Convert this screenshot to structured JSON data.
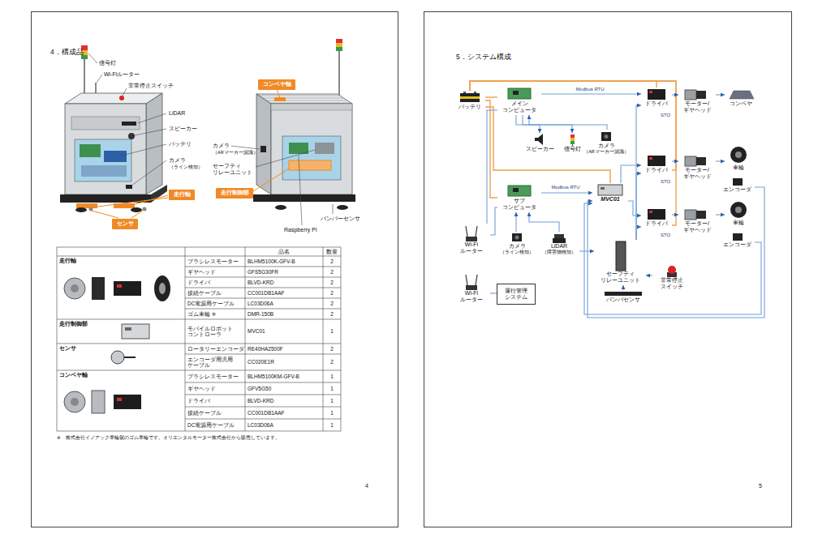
{
  "diagram": {
    "nodes": [
      {
        "text": [
          "走行軸"
        ]
      },
      {
        "text": [
          "センサ"
        ]
      },
      {
        "text": [
          "コンベヤ軸"
        ]
      },
      {
        "text": [
          "走行制御部"
        ]
      },
      {
        "text": [
          "バッテリ"
        ]
      },
      {
        "text": [
          "メイン コンピュータ"
        ]
      },
      {
        "text": [
          "ドライバ"
        ]
      },
      {
        "text": [
          "モーター/ ギヤヘッド"
        ]
      },
      {
        "text": [
          "コンベヤ"
        ]
      },
      {
        "text": [
          "スピーカー"
        ]
      },
      {
        "text": [
          "信号灯"
        ]
      },
      {
        "text": [
          "カメラ",
          "（ARマーカー認識）"
        ]
      },
      {
        "text": [
          "ドライバ"
        ]
      },
      {
        "text": [
          "モーター/ ギヤヘッド"
        ]
      },
      {
        "text": [
          "車輪"
        ]
      },
      {
        "text": [
          "エンコーダ"
        ]
      },
      {
        "text": [
          "サブ コンピュータ"
        ]
      },
      {
        "text": [
          "MVC01"
        ]
      },
      {
        "text": [
          "ドライバ"
        ]
      },
      {
        "text": [
          "モーター/ ギヤヘッド"
        ]
      },
      {
        "text": [
          "車輪"
        ]
      },
      {
        "text": [
          "エンコーダ"
        ]
      },
      {
        "text": [
          "Wi-Fi ルーター"
        ]
      },
      {
        "text": [
          "カメラ",
          "（ライン検知）"
        ]
      },
      {
        "text": [
          "LiDAR",
          "（障害物検知）"
        ]
      },
      {
        "text": [
          "セーフティ リレーユニット"
        ]
      },
      {
        "text": [
          "非常停止 スイッチ"
        ]
      },
      {
        "text": [
          "バンパセンサ"
        ]
      },
      {
        "text": [
          "Wi-Fi ルーター"
        ]
      },
      {
        "text": [
          "運行管理 システム"
        ]
      }
    ],
    "edges": [
      {
        "from": 4,
        "to": 5,
        "arrow": "none"
      },
      {
        "from": 4,
        "to": 6,
        "arrow": "none"
      },
      {
        "from": 4,
        "to": 12,
        "arrow": "none"
      },
      {
        "from": 4,
        "to": 18,
        "arrow": "none"
      },
      {
        "from": 4,
        "to": 16,
        "arrow": "none"
      },
      {
        "from": 4,
        "to": 17,
        "arrow": "none"
      },
      {
        "from": 5,
        "to": 6,
        "arrow": "to",
        "label": "Modbus RTU"
      },
      {
        "from": 5,
        "to": 9,
        "arrow": "to"
      },
      {
        "from": 5,
        "to": 10,
        "arrow": "to"
      },
      {
        "from": 11,
        "to": 5,
        "arrow": "to"
      },
      {
        "from": 6,
        "to": 7,
        "arrow": "to"
      },
      {
        "from": 7,
        "to": 8,
        "arrow": "to"
      },
      {
        "from": 22,
        "to": 5,
        "arrow": "none"
      },
      {
        "from": 16,
        "to": 17,
        "arrow": "to",
        "label": "Modbus RTU"
      },
      {
        "from": 17,
        "to": 12,
        "arrow": "to"
      },
      {
        "from": 17,
        "to": 18,
        "arrow": "to"
      },
      {
        "from": 12,
        "to": 13,
        "arrow": "to"
      },
      {
        "from": 13,
        "to": 14,
        "arrow": "to"
      },
      {
        "from": 18,
        "to": 19,
        "arrow": "to"
      },
      {
        "from": 19,
        "to": 20,
        "arrow": "to"
      },
      {
        "from": 15,
        "to": 17,
        "arrow": "to"
      },
      {
        "from": 21,
        "to": 17,
        "arrow": "to"
      },
      {
        "from": 23,
        "to": 16,
        "arrow": "to"
      },
      {
        "from": 24,
        "to": 16,
        "arrow": "to"
      },
      {
        "from": 22,
        "to": 16,
        "arrow": "none"
      },
      {
        "from": 24,
        "to": 25,
        "arrow": "to"
      },
      {
        "from": 25,
        "to": 6,
        "arrow": "to",
        "label": "STO"
      },
      {
        "from": 25,
        "to": 12,
        "arrow": "to",
        "label": "STO"
      },
      {
        "from": 25,
        "to": 18,
        "arrow": "to",
        "label": "STO"
      },
      {
        "from": 26,
        "to": 25,
        "arrow": "to"
      },
      {
        "from": 27,
        "to": 25,
        "arrow": "to"
      },
      {
        "from": 28,
        "to": 29,
        "arrow": "none"
      }
    ],
    "labels": [
      "4．構成品",
      "信号灯",
      "Wi-Fiルーター",
      "非常停止スイッチ",
      "LiDAR",
      "スピーカー",
      "バッテリ",
      "カメラ",
      "（ライン検知）",
      "カメラ",
      "（ARマーカー認識）",
      "セーフティ リレーユニット",
      "バンパーセンサ",
      "Raspberry Pi",
      "品名",
      "数量",
      "走行軸",
      "ブラシレスモーター",
      "BLHM5100K-GFV-B",
      "2",
      "ギヤヘッド",
      "GFS5G30FR",
      "2",
      "ドライバ",
      "BLVD-KRD",
      "2",
      "接続ケーブル",
      "CC001DB1AAF",
      "2",
      "DC電源用ケーブル",
      "LC03D06A",
      "2",
      "ゴム車輪 ※",
      "DMR-150B",
      "2",
      "走行制御部",
      "モバイルロボット コントローラ",
      "MVC01",
      "1",
      "センサ",
      "ロータリーエンコーダ",
      "RE40HA2500F",
      "2",
      "エンコーダ用汎用 ケーブル",
      "CC020E1R",
      "2",
      "コンベヤ軸",
      "ブラシレスモーター",
      "BLHM5100KM-GFV-B",
      "1",
      "ギヤヘッド",
      "GFV5G50",
      "1",
      "ドライバ",
      "BLVD-KRD",
      "1",
      "接続ケーブル",
      "CC001DB1AAF",
      "1",
      "DC電源用ケーブル",
      "LC03D06A",
      "1",
      "※　株式会社イノアック車輪製のゴム車輪です。オリエンタルモーター株式会社から販売しています。",
      "4",
      "5．システム構成",
      "5"
    ]
  }
}
